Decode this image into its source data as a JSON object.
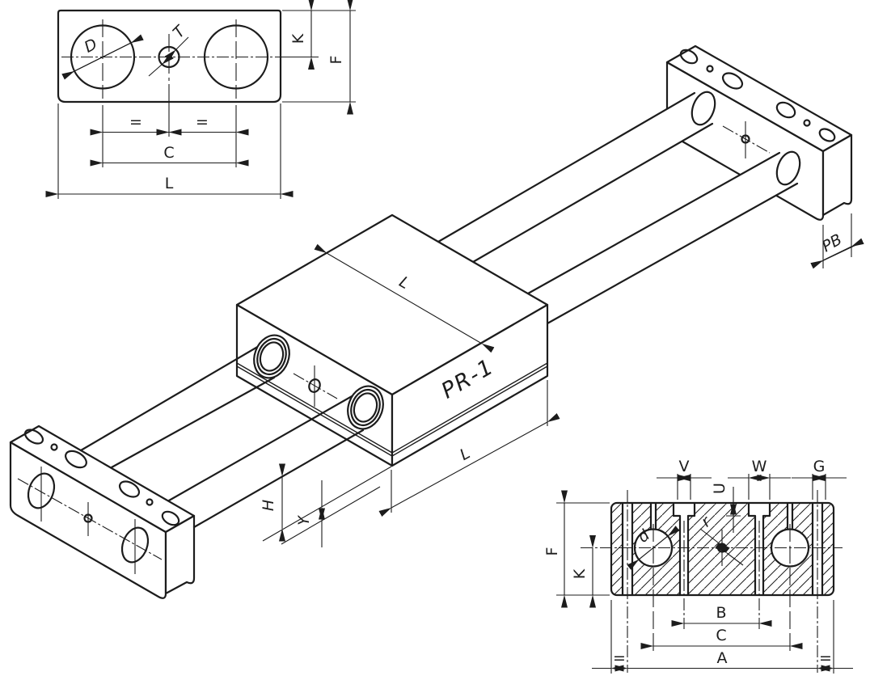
{
  "drawing_type": "engineering-cad-drawing",
  "colors": {
    "line": "#1c1c1c",
    "background": "#ffffff"
  },
  "views": {
    "top_view": {
      "description": "end-plate-top-view",
      "labels": {
        "D": "D",
        "T": "T",
        "K": "K",
        "F": "F",
        "eq_left": "=",
        "eq_right": "=",
        "C": "C",
        "L": "L"
      }
    },
    "iso_view": {
      "description": "isometric-assembly-view",
      "model_label": "PR-1",
      "labels": {
        "L_top": "L",
        "L_bottom": "L",
        "H": "H",
        "Y": "Y",
        "PB": "PB"
      }
    },
    "section_view": {
      "description": "cross-section-view",
      "labels": {
        "V": "V",
        "W": "W",
        "G": "G",
        "U": "U",
        "F": "F",
        "K": "K",
        "d": "d",
        "r": "r",
        "B": "B",
        "C": "C",
        "A": "A",
        "eq_left": "=",
        "eq_right": "="
      }
    }
  }
}
